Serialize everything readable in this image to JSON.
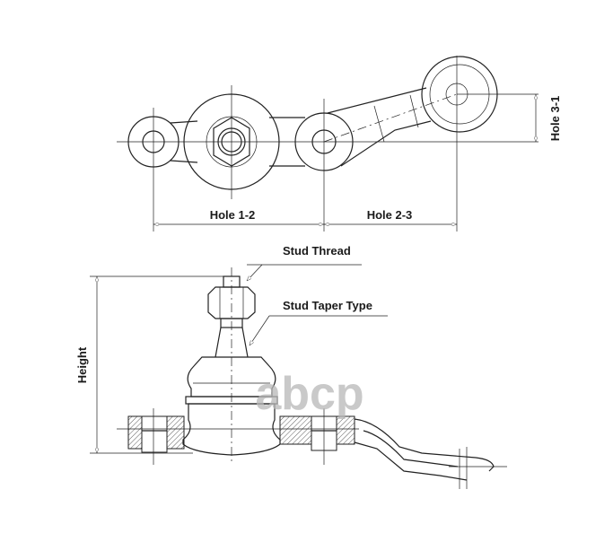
{
  "top_view": {
    "labels": {
      "hole_1_2": "Hole 1-2",
      "hole_2_3": "Hole 2-3",
      "hole_3_1": "Hole 3-1"
    }
  },
  "side_view": {
    "labels": {
      "height": "Height",
      "stud_thread": "Stud Thread",
      "stud_taper_type": "Stud Taper Type"
    }
  },
  "watermark": "abcp"
}
